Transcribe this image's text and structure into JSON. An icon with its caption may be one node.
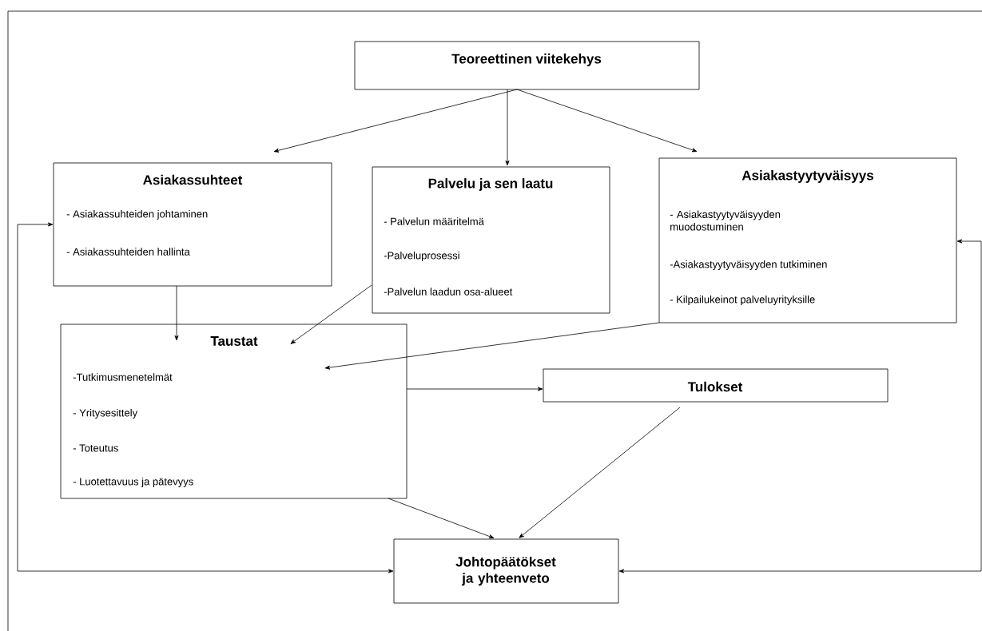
{
  "diagram": {
    "nodes": [
      {
        "text": [
          "Teoreettinen viitekehys"
        ]
      },
      {
        "text": [
          "Asiakassuhteet",
          "- Asiakassuhteiden johtaminen",
          "- Asiakassuhteiden hallinta"
        ]
      },
      {
        "text": [
          "Palvelu ja sen laatu",
          "- Palvelun määritelmä",
          "-Palveluprosessi",
          "-Palvelun laadun osa-alueet"
        ]
      },
      {
        "text": [
          "Asiakastyytyväisyys",
          "- Asiakastyytyväisyyden muodostuminen",
          "-Asiakastyytyväisyyden tutkiminen",
          "- Kilpailukeinot palveluyrityksille"
        ]
      },
      {
        "text": [
          "Taustat",
          "-Tutkimusmenetelmät",
          "- Yritysesittely",
          "- Toteutus",
          "- Luotettavuus ja pätevyys"
        ]
      },
      {
        "text": [
          "Tulokset"
        ]
      },
      {
        "text": [
          "Johtopäätökset ja yhteenveto"
        ]
      }
    ],
    "edges": [
      {
        "from": 0,
        "to": 1,
        "arrow": "to"
      },
      {
        "from": 0,
        "to": 2,
        "arrow": "to"
      },
      {
        "from": 0,
        "to": 3,
        "arrow": "to"
      },
      {
        "from": 1,
        "to": 4,
        "arrow": "to"
      },
      {
        "from": 2,
        "to": 4,
        "arrow": "to"
      },
      {
        "from": 3,
        "to": 4,
        "arrow": "to"
      },
      {
        "from": 4,
        "to": 5,
        "arrow": "to"
      },
      {
        "from": 4,
        "to": 6,
        "arrow": "to"
      },
      {
        "from": 5,
        "to": 6,
        "arrow": "to"
      },
      {
        "from": 1,
        "to": 6,
        "arrow": "both"
      },
      {
        "from": 3,
        "to": 6,
        "arrow": "both"
      }
    ]
  }
}
